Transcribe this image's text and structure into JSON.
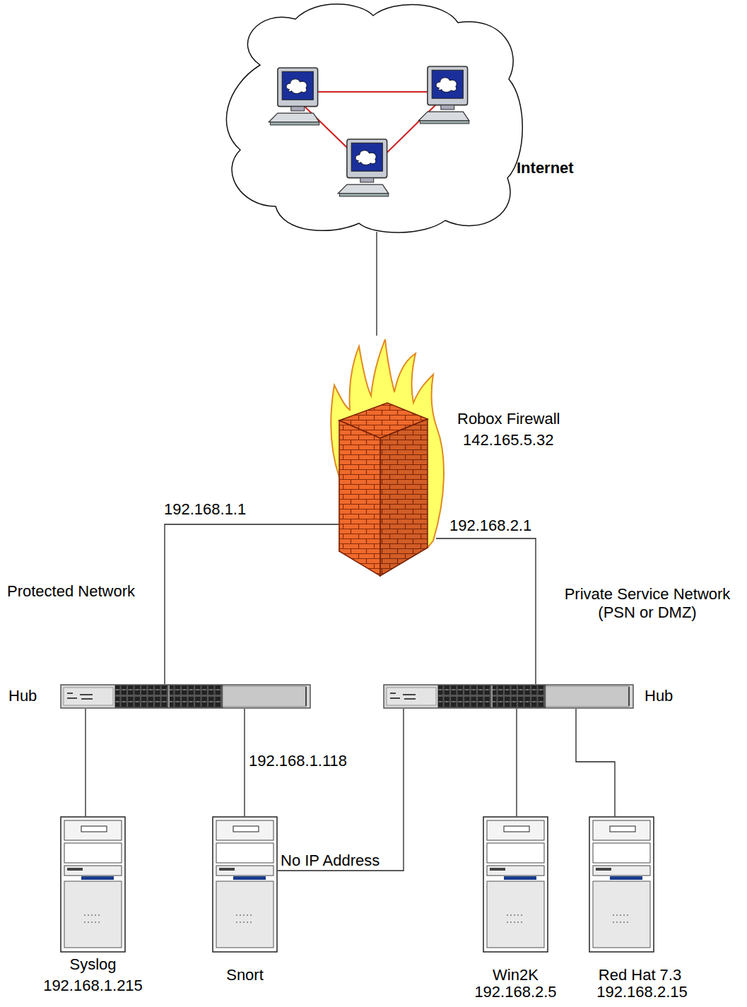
{
  "diagram": {
    "nodes": [
      {
        "text": [
          "Internet"
        ]
      },
      {
        "text": [
          "Robox Firewall",
          "142.165.5.32"
        ]
      },
      {
        "text": [
          "Hub"
        ]
      },
      {
        "text": [
          "Hub"
        ]
      },
      {
        "text": [
          "Syslog",
          "192.168.1.215"
        ]
      },
      {
        "text": [
          "Snort"
        ]
      },
      {
        "text": [
          "Win2K",
          "192.168.2.5"
        ]
      },
      {
        "text": [
          "Red Hat 7.3",
          "192.168.2.15"
        ]
      }
    ],
    "edges": [
      {
        "from": 0,
        "to": 1,
        "arrow": "none"
      },
      {
        "from": 1,
        "to": 2,
        "label": "192.168.1.1",
        "arrow": "none"
      },
      {
        "from": 1,
        "to": 3,
        "label": "192.168.2.1",
        "arrow": "none"
      },
      {
        "from": 2,
        "to": 4,
        "arrow": "none"
      },
      {
        "from": 2,
        "to": 5,
        "label": "192.168.1.118",
        "arrow": "none"
      },
      {
        "from": 3,
        "to": 5,
        "label": "No IP Address",
        "arrow": "none"
      },
      {
        "from": 3,
        "to": 6,
        "arrow": "none"
      },
      {
        "from": 3,
        "to": 7,
        "arrow": "none"
      }
    ],
    "labels": [
      "Protected Network",
      "Private Service Network (PSN or DMZ)"
    ]
  }
}
